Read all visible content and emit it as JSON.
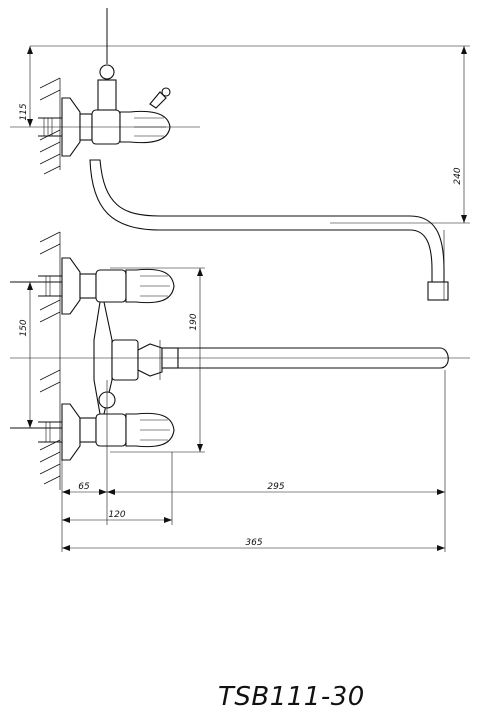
{
  "model": "TSB111-30",
  "dimensions": {
    "d115": "115",
    "d240": "240",
    "d150": "150",
    "d190": "190",
    "d65": "65",
    "d295": "295",
    "d120": "120",
    "d365": "365"
  }
}
